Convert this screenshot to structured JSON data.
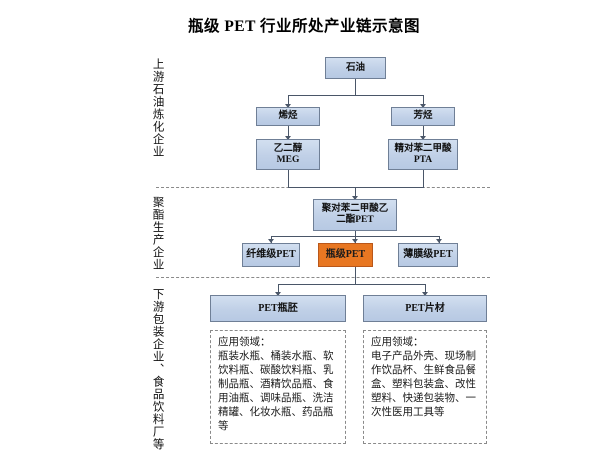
{
  "title": "瓶级 PET 行业所处产业链示意图",
  "stages": [
    {
      "id": "upstream",
      "label": "上游石油炼化企业"
    },
    {
      "id": "midstream",
      "label": "聚酯生产企业"
    },
    {
      "id": "downstream",
      "label": "下游包装企业、食品饮料厂等"
    }
  ],
  "nodes": {
    "petroleum": "石油",
    "olefin": "烯烃",
    "aromatic": "芳烃",
    "meg": "乙二醇\nMEG",
    "pta": "精对苯二甲酸\nPTA",
    "pet": "聚对苯二甲酸乙\n二酯PET",
    "fiber_pet": "纤维级PET",
    "bottle_pet": "瓶级PET",
    "film_pet": "薄膜级PET",
    "preform": "PET瓶胚",
    "sheet": "PET片材"
  },
  "applications": {
    "preform": "应用领域：\n瓶装水瓶、桶装水瓶、软饮料瓶、碳酸饮料瓶、乳制品瓶、酒精饮品瓶、食用油瓶、调味品瓶、洗洁精罐、化妆水瓶、药品瓶等",
    "sheet": "应用领域：\n电子产品外壳、现场制作饮品杯、生鲜食品餐盒、塑料包装盒、改性塑料、快递包装物、一次性医用工具等"
  },
  "colors": {
    "box_fill": "#c3d3e9",
    "box_border": "#6f7f96",
    "highlight_fill": "#e87722",
    "highlight_border": "#b9571a",
    "connector": "#4a5668",
    "separator": "#8a8a8a",
    "background": "#ffffff"
  }
}
